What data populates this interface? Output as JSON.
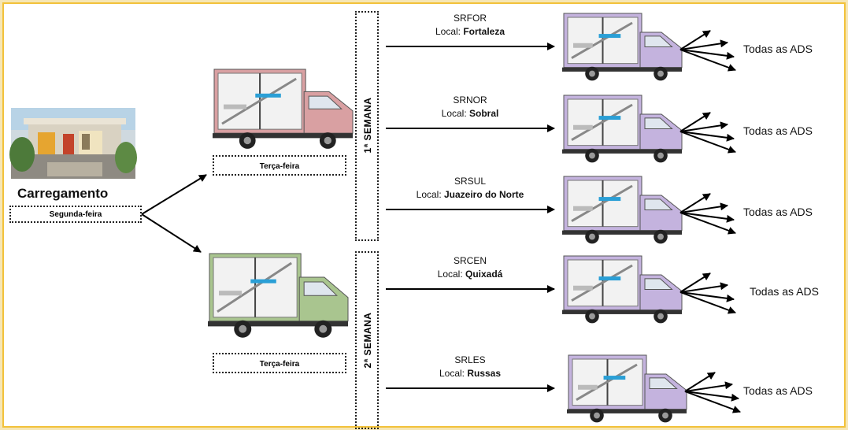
{
  "loading": {
    "title": "Carregamento",
    "day": "Segunda-feira"
  },
  "hub_trucks": [
    {
      "day": "Terça-feira",
      "color": "#d9a0a2"
    },
    {
      "day": "Terça-feira",
      "color": "#a9c58f"
    }
  ],
  "weeks": [
    {
      "label": "1ª SEMANA"
    },
    {
      "label": "2ª SEMANA"
    }
  ],
  "routes": [
    {
      "region": "SRFOR",
      "local_prefix": "Local:",
      "local": "Fortaleza",
      "dest": "Todas as ADS"
    },
    {
      "region": "SRNOR",
      "local_prefix": "Local:",
      "local": "Sobral",
      "dest": "Todas as ADS"
    },
    {
      "region": "SRSUL",
      "local_prefix": "Local:",
      "local": "Juazeiro do Norte",
      "dest": "Todas as ADS"
    },
    {
      "region": "SRCEN",
      "local_prefix": "Local:",
      "local": "Quixadá",
      "dest": "Todas as ADS"
    },
    {
      "region": "SRLES",
      "local_prefix": "Local:",
      "local": "Russas",
      "dest": "Todas as ADS"
    }
  ],
  "colors": {
    "route_truck": "#c4b3de",
    "frame_border": "#f2c23a",
    "background": "#f6e6b4"
  }
}
